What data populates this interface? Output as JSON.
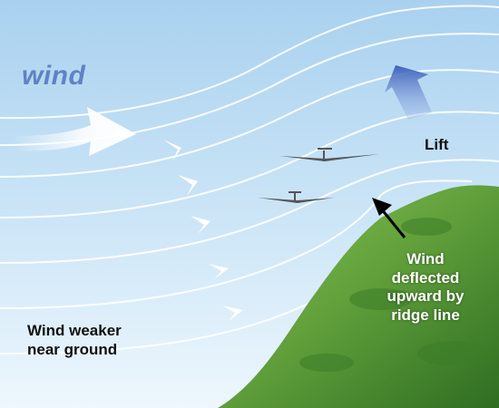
{
  "labels": {
    "wind": "wind",
    "lift": "Lift",
    "deflected_line1": "Wind",
    "deflected_line2": "deflected",
    "deflected_line3": "upward by",
    "deflected_line4": "ridge line",
    "ground_line1": "Wind weaker",
    "ground_line2": "near ground"
  },
  "colors": {
    "sky_top": "#a9d1ef",
    "sky_bottom": "#eef7fd",
    "ridge_light": "#7cba4a",
    "ridge_dark": "#2f6d22",
    "streamline": "#ffffff",
    "lift_arrow": "#4c6fc1",
    "pointer_arrow": "#000000",
    "wind_text": "#5f82c4"
  },
  "icons": [
    "wind-arrow-icon",
    "lift-arrow-icon",
    "pointer-arrow-icon",
    "glider-icon"
  ]
}
